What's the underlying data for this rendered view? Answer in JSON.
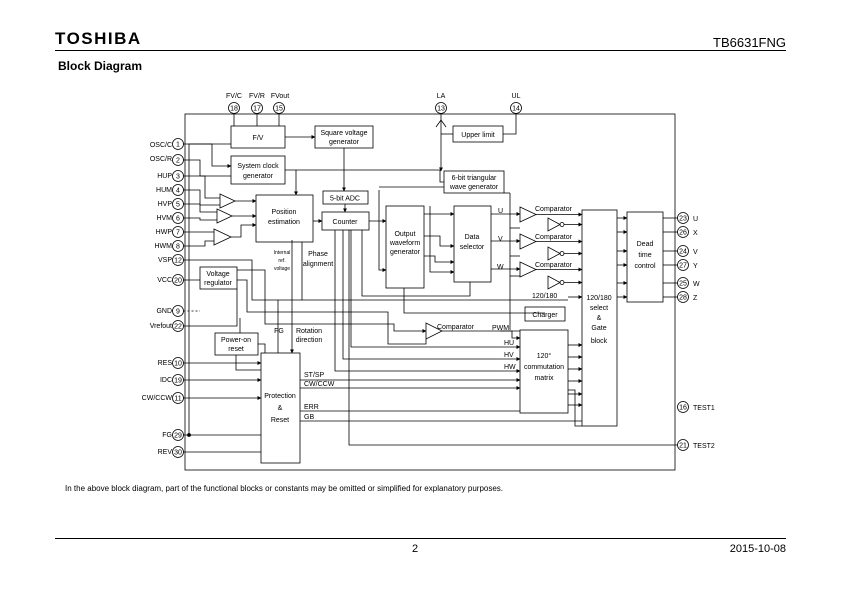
{
  "header": {
    "company_logo": "TOSHIBA",
    "part_number": "TB6631FNG"
  },
  "section_title": "Block Diagram",
  "pins": {
    "top": [
      {
        "label": "FV/C",
        "num": "18"
      },
      {
        "label": "FV/R",
        "num": "17"
      },
      {
        "label": "FVout",
        "num": "15"
      },
      {
        "label": "LA",
        "num": "13"
      },
      {
        "label": "UL",
        "num": "14"
      }
    ],
    "left": [
      {
        "label": "OSC/C",
        "num": "1"
      },
      {
        "label": "OSC/R",
        "num": "2"
      },
      {
        "label": "HUP",
        "num": "3"
      },
      {
        "label": "HUM",
        "num": "4"
      },
      {
        "label": "HVP",
        "num": "5"
      },
      {
        "label": "HVM",
        "num": "6"
      },
      {
        "label": "HWP",
        "num": "7"
      },
      {
        "label": "HWM",
        "num": "8"
      },
      {
        "label": "VSP",
        "num": "12"
      },
      {
        "label": "VCC",
        "num": "20"
      },
      {
        "label": "GND",
        "num": "9"
      },
      {
        "label": "Vrefout",
        "num": "22"
      },
      {
        "label": "RES",
        "num": "10"
      },
      {
        "label": "IDC",
        "num": "19"
      },
      {
        "label": "CW/CCW",
        "num": "11"
      },
      {
        "label": "FG",
        "num": "29"
      },
      {
        "label": "REV",
        "num": "30"
      }
    ],
    "right": [
      {
        "label": "U",
        "num": "23"
      },
      {
        "label": "X",
        "num": "26"
      },
      {
        "label": "V",
        "num": "24"
      },
      {
        "label": "Y",
        "num": "27"
      },
      {
        "label": "W",
        "num": "25"
      },
      {
        "label": "Z",
        "num": "28"
      },
      {
        "label": "TEST1",
        "num": "16"
      },
      {
        "label": "TEST2",
        "num": "21"
      }
    ]
  },
  "blocks": {
    "fv": "F/V",
    "square_gen": [
      "Square voltage",
      "generator"
    ],
    "upper_limit": "Upper limit",
    "system_clock": [
      "System clock",
      "generator"
    ],
    "tri_gen": [
      "6-bit triangular",
      "wave generator"
    ],
    "adc": "5-bit ADC",
    "position": [
      "Position",
      "estimation"
    ],
    "counter": "Counter",
    "output_wave": [
      "Output",
      "waveform",
      "generator"
    ],
    "data_selector": [
      "Data",
      "selector"
    ],
    "select_gate": [
      "120/180",
      "select",
      "&",
      "Gate",
      "block"
    ],
    "dead_time": [
      "Dead",
      "time",
      "control"
    ],
    "voltage_reg": [
      "Voltage",
      "regulator"
    ],
    "charger": "Charger",
    "power_on_reset": [
      "Power-on",
      "reset"
    ],
    "protection": [
      "Protection",
      "&",
      "Reset"
    ],
    "commutation": [
      "120°",
      "commutation",
      "matrix"
    ]
  },
  "labels": {
    "internal_ref": [
      "Internal",
      "ref.",
      "voltage"
    ],
    "phase_alignment": [
      "Phase",
      "alignment"
    ],
    "fg": "FG",
    "rotation_direction": [
      "Rotation",
      "direction"
    ],
    "comparator": "Comparator",
    "pwm": "PWM",
    "u": "U",
    "v": "V",
    "w": "W",
    "sel_120_180": "120/180",
    "hu": "HU",
    "hv": "HV",
    "hw": "HW",
    "st_sp": "ST/SP",
    "cw_ccw": "CW/CCW",
    "err": "ERR",
    "gb": "GB"
  },
  "note": "In the above block diagram, part of the functional blocks or constants may be omitted or simplified for explanatory purposes.",
  "footer": {
    "page": "2",
    "date": "2015-10-08"
  }
}
